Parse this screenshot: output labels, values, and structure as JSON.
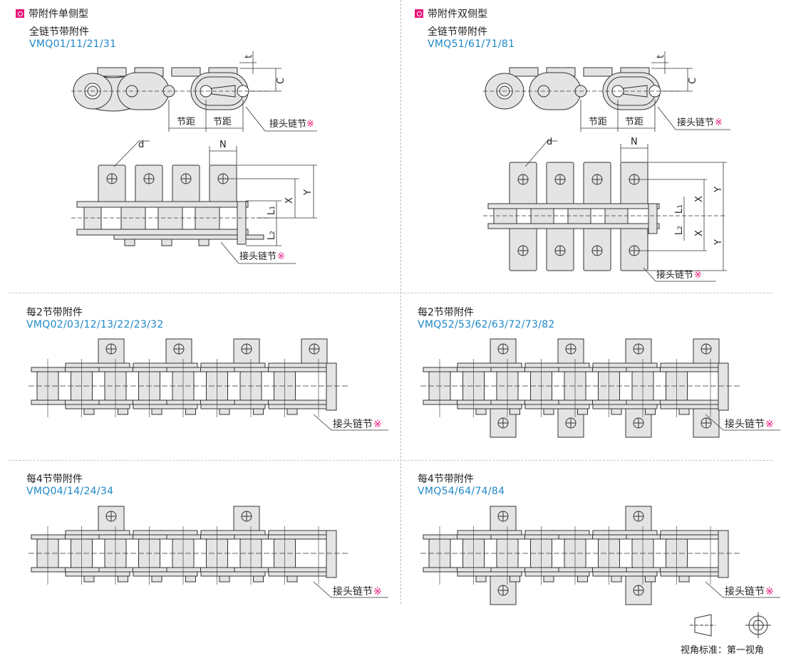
{
  "colors": {
    "accent": "#e6157a",
    "model_text": "#1e88c8",
    "part_fill": "#e4e4e4",
    "line": "#333333"
  },
  "sections": {
    "single": {
      "icon": "magenta-square-circle-icon",
      "title": "带附件单侧型"
    },
    "double": {
      "icon": "magenta-square-circle-icon",
      "title": "带附件双侧型"
    }
  },
  "panels": {
    "single_full": {
      "subtitle": "全链节带附件",
      "models": "VMQ01/11/21/31"
    },
    "double_full": {
      "subtitle": "全链节带附件",
      "models": "VMQ51/61/71/81"
    },
    "single_every2": {
      "subtitle": "每2节带附件",
      "models": "VMQ02/03/12/13/22/23/32"
    },
    "double_every2": {
      "subtitle": "每2节带附件",
      "models": "VMQ52/53/62/63/72/73/82"
    },
    "single_every4": {
      "subtitle": "每4节带附件",
      "models": "VMQ04/14/24/34"
    },
    "double_every4": {
      "subtitle": "每4节带附件",
      "models": "VMQ54/64/74/84"
    }
  },
  "dimensions": {
    "t": "t",
    "C": "C",
    "pitch": "节距",
    "d": "d",
    "N": "N",
    "X": "X",
    "Y": "Y",
    "L1": "L",
    "L1_sub": "1",
    "L2": "L",
    "L2_sub": "2"
  },
  "joint_link": {
    "label": "接头链节",
    "mark": "※"
  },
  "view_standard": {
    "caption": "视角标准：第一视角",
    "icon_left": "frustum-side-view-icon",
    "icon_right": "concentric-circles-view-icon"
  }
}
